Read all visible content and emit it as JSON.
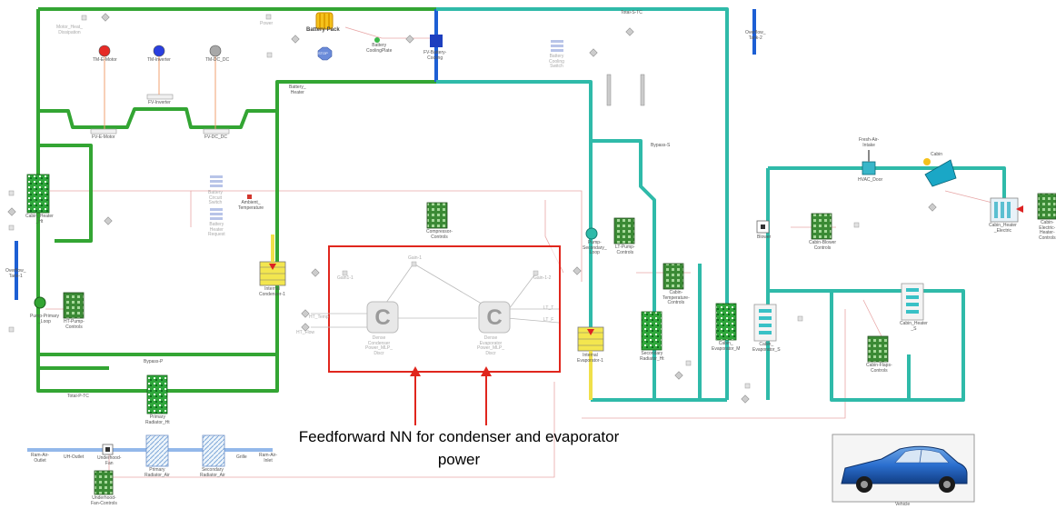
{
  "caption": {
    "line1": "Feedforward NN for condenser and evaporator",
    "line2": "power"
  },
  "colors": {
    "coolant_ht": "#2ba52b",
    "coolant_lt": "#2fb9a8",
    "coolant_battery": "#1e5fd0",
    "air": "#8fb4e6",
    "signal": "#e49a9a",
    "highlight_box": "#e0261d",
    "refrigerant_hx": "#f2e34b"
  },
  "labels": {
    "motor_heat": "Motor_Heat_\nDissipation",
    "battery_pack": "Battery-Pack",
    "power": "Power",
    "battery_cooling_plate": "Battery\nCoolingPlate",
    "fv_battery_cooling": "FV-Battery-\nCooling",
    "total_s_tc": "Total-S-TC",
    "overflow_tank_2": "Overflow_\nTank-2",
    "th_e_motor": "TM-E-Motor",
    "th_inverter": "TM-Inverter",
    "th_dc_dc": "TM-DC_DC",
    "battery_cooling_switch": "Battery\nCooling\nSwitch",
    "fv_inverter": "FV-Inverter",
    "battery_heater": "Battery_\nHeater",
    "fv_e_motor": "FV-E-Motor",
    "fv_dc_dc": "FV-DC_DC",
    "bypass_s": "Bypass-S",
    "cabin_heater_ht": "Cabin_Heater\n_Ht",
    "battery_circuit_switch": "Battery\nCircuit\nSwitch",
    "battery_heater_request": "Battery\nHeater\nRequest",
    "ambient_temperature": "Ambient_\nTemperature",
    "fresh_air_intake": "Fresh-Air-\nIntake",
    "cabin": "Cabin",
    "hvac_door": "HVAC_Door",
    "compressor_controls": "Compressor-\nControls",
    "pump_secondary_loop": "Pump-\nSecondary_\nLoop",
    "lt_pump_controls": "LT-Pump-\nControls",
    "blower": "Blower",
    "cabin_blower_controls": "Cabin-Blower\nControls",
    "cabin_heater_electric": "Cabin_Heater\n_Electric",
    "cabin_electric_heater_controls": "Cabin-\nElectric-\nHeater-\nControls",
    "overflow_tank_1": "Overflow_\nTank-1",
    "internal_condenser": "Internal\nCondenser-1",
    "gain_1_1": "Gain1-1",
    "gain_1": "Gain-1",
    "gain_1_2": "Gain-1-2",
    "cabin_temperature_controls": "Cabin-\nTemperature-\nControls",
    "pump_primary_loop": "Pump-Primary\n_Loop",
    "ht_pump_controls": "HT-Pump-\nControls",
    "ht_temp": "HT_Temp",
    "ht_flow": "HT_Flow",
    "lt_t": "LT_T",
    "lt_f": "LT_F",
    "nn_condenser": "Dense\nCondenser\nPower_MLP_\nDiscr",
    "nn_evaporator": "Dense\nEvaporator\nPower_MLP_\nDiscr",
    "internal_evaporator": "Internal\nEvaporator-1",
    "secondary_radiator_ht": "Secondary\nRadiator_Ht",
    "cabin_evaporator_m": "Cabin_\nEvaporator_M",
    "cabin_evaporator_s": "Cabin_\nEvaporator_S",
    "cabin_heater_s": "Cabin_Heater\n_S",
    "cabin_flaps_controls": "Cabin-Flaps-\nControls",
    "bypass_p": "Bypass-P",
    "total_p_tc": "Total-P-TC",
    "primary_radiator_ht": "Primary\nRadiator_Ht",
    "ram_air_outlet": "Ram-Air-\nOutlet",
    "uh_outlet": "UH-Outlet",
    "underhood_fan": "Underhood-\nFan",
    "primary_radiator_air": "Primary\nRadiator_Air",
    "secondary_radiator_air": "Secondary\nRadiator_Air",
    "grille": "Grille",
    "ram_air_inlet": "Ram-Air-\nInlet",
    "underhood_fan_controls": "Underhood-\nFan-Controls",
    "vehicle": "Vehicle",
    "stop": "STOP"
  }
}
